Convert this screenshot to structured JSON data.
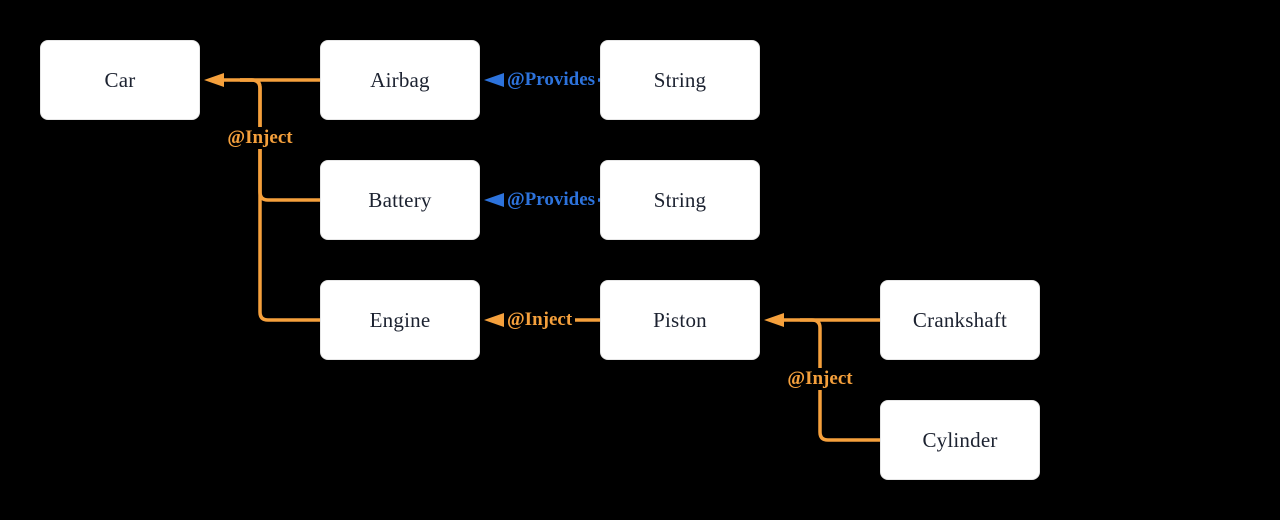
{
  "diagram": {
    "colors": {
      "bg": "#000000",
      "node_fill": "#ffffff",
      "node_border": "#e7e7e7",
      "node_text": "#1c2230",
      "inject": "#f5a03c",
      "provides": "#2d73dc"
    },
    "nodes": [
      {
        "id": "car",
        "label": "Car"
      },
      {
        "id": "airbag",
        "label": "Airbag"
      },
      {
        "id": "string-top",
        "label": "String"
      },
      {
        "id": "battery",
        "label": "Battery"
      },
      {
        "id": "string-middle",
        "label": "String"
      },
      {
        "id": "engine",
        "label": "Engine"
      },
      {
        "id": "piston",
        "label": "Piston"
      },
      {
        "id": "crankshaft",
        "label": "Crankshaft"
      },
      {
        "id": "cylinder",
        "label": "Cylinder"
      }
    ],
    "edges": [
      {
        "from": "Airbag",
        "to": "Car",
        "label": "@Inject",
        "type": "inject"
      },
      {
        "from": "Battery",
        "to": "Car",
        "label": "@Inject",
        "type": "inject"
      },
      {
        "from": "Engine",
        "to": "Car",
        "label": "@Inject",
        "type": "inject"
      },
      {
        "from": "String",
        "to": "Airbag",
        "label": "@Provides",
        "type": "provides"
      },
      {
        "from": "String",
        "to": "Battery",
        "label": "@Provides",
        "type": "provides"
      },
      {
        "from": "Piston",
        "to": "Engine",
        "label": "@Inject",
        "type": "inject"
      },
      {
        "from": "Crankshaft",
        "to": "Piston",
        "label": "@Inject",
        "type": "inject"
      },
      {
        "from": "Cylinder",
        "to": "Piston",
        "label": "@Inject",
        "type": "inject"
      }
    ]
  }
}
